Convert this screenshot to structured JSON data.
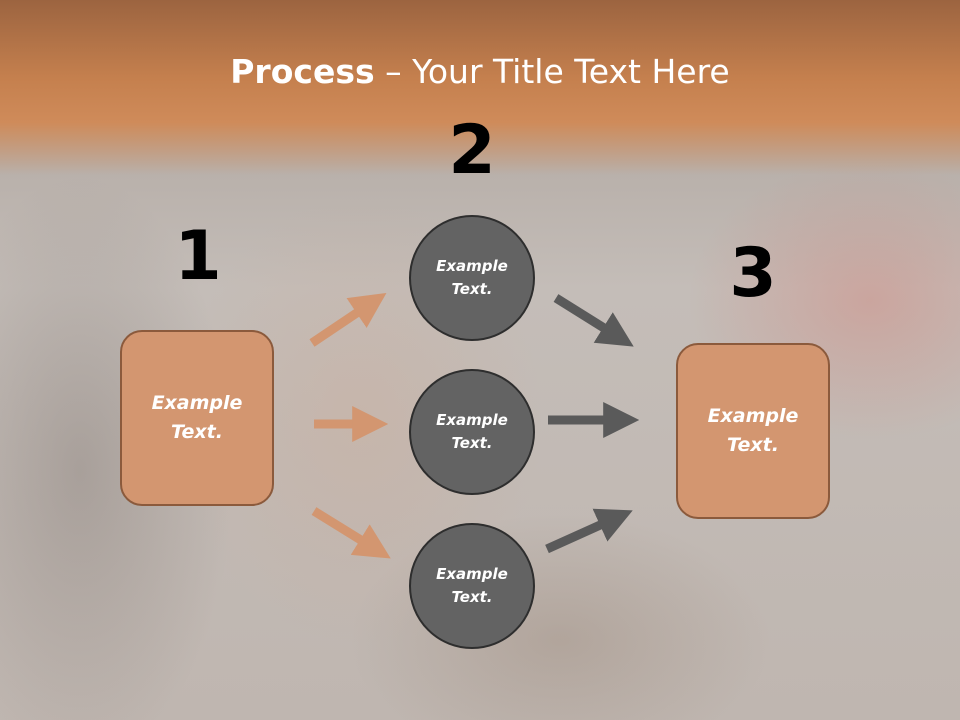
{
  "title": {
    "bold": "Process",
    "rest": " – Your Title Text Here"
  },
  "numbers": {
    "one": "1",
    "two": "2",
    "three": "3"
  },
  "left_box": {
    "text": "Example Text."
  },
  "right_box": {
    "text": "Example Text."
  },
  "circles": [
    {
      "text": "Example Text."
    },
    {
      "text": "Example Text."
    },
    {
      "text": "Example Text."
    }
  ],
  "colors": {
    "title_band": "#c5804e",
    "box_fill": "#d39670",
    "box_border": "#8b5a3c",
    "circle_fill": "#636363",
    "arrow_orange": "#d39670",
    "arrow_gray": "#5a5a5a"
  }
}
